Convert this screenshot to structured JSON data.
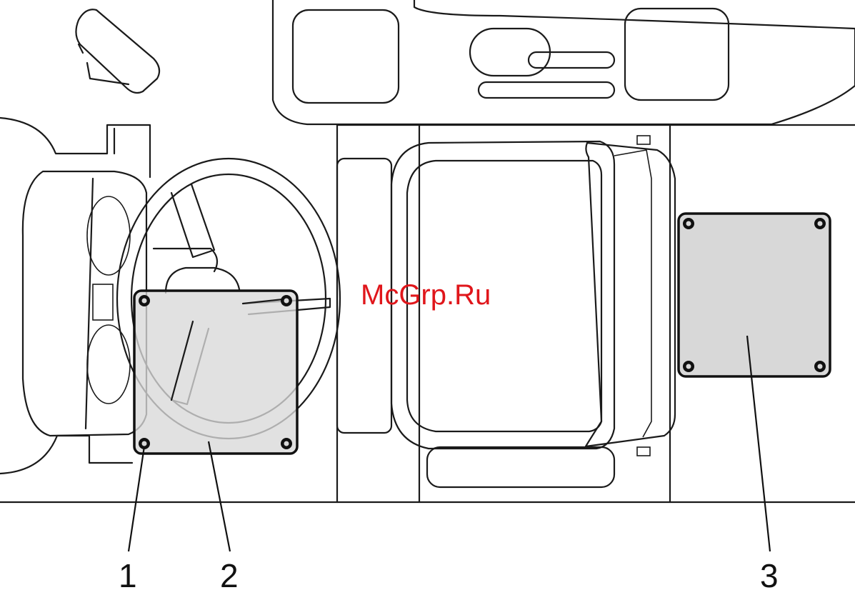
{
  "watermark": "McGrp.Ru",
  "callouts": [
    {
      "id": "callout-1",
      "label": "1"
    },
    {
      "id": "callout-2",
      "label": "2"
    },
    {
      "id": "callout-3",
      "label": "3"
    }
  ],
  "colors": {
    "plate_fill": "#d8d8d8",
    "outline": "#1a1a1a",
    "watermark": "#e0161b"
  }
}
